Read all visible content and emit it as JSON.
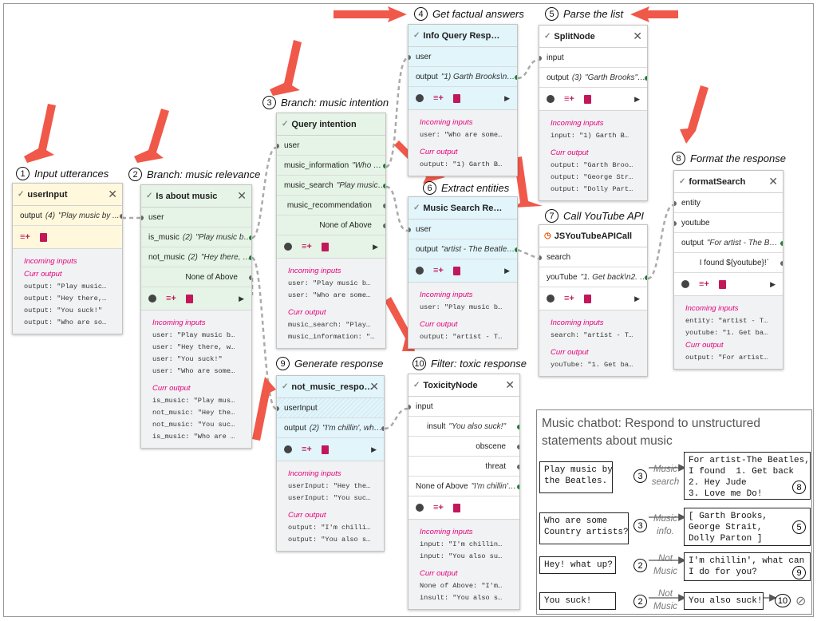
{
  "labels": {
    "l1": "Input utterances",
    "l2": "Branch: music relevance",
    "l3": "Branch: music intention",
    "l4": "Get factual answers",
    "l5": "Parse the list",
    "l6": "Extract entities",
    "l7": "Call YouTube API",
    "l8": "Format the response",
    "l9": "Generate response",
    "l10": "Filter: toxic response"
  },
  "nums": {
    "n1": "1",
    "n2": "2",
    "n3": "3",
    "n4": "4",
    "n5": "5",
    "n6": "6",
    "n7": "7",
    "n8": "8",
    "n9": "9",
    "n10": "10"
  },
  "common": {
    "close": "✕",
    "check": "✓",
    "incoming": "Incoming inputs",
    "curr": "Curr output"
  },
  "userInput": {
    "title": "userInput",
    "out_name": "output",
    "out_count": "(4)",
    "out_val": "\"Play music by ...",
    "curr": [
      "output: \"Play music…",
      "output: \"Hey there,…",
      "output: \"You suck!\"",
      "output: \"Who are so…"
    ]
  },
  "isMusic": {
    "title": "Is about music",
    "in": "user",
    "o1": "is_music",
    "o1c": "(2)",
    "o1v": "\"Play music b…",
    "o2": "not_music",
    "o2c": "(2)",
    "o2v": "\"Hey there, …",
    "o3": "None of Above",
    "inc": [
      "user: \"Play music b…",
      "user: \"Hey there, w…",
      "user: \"You suck!\"",
      "user: \"Who are some…"
    ],
    "curr": [
      "is_music: \"Play mus…",
      "not_music: \"Hey the…",
      "not_music: \"You suc…",
      "is_music: \"Who are …"
    ]
  },
  "queryIntention": {
    "title": "Query intention",
    "in": "user",
    "o1": "music_information",
    "o1v": "\"Who …",
    "o2": "music_search",
    "o2v": "\"Play music…",
    "o3": "music_recommendation",
    "o4": "None of Above",
    "inc": [
      "user: \"Play music b…",
      "user: \"Who are some…"
    ],
    "curr": [
      "music_search: \"Play…",
      "music_information: \"…"
    ]
  },
  "infoQuery": {
    "title": "Info Query Resp…",
    "in": "user",
    "out": "output",
    "outv": "\"1) Garth Brooks\\n…",
    "inc": [
      "user: \"Who are some…"
    ],
    "curr": [
      "output: \"1) Garth B…"
    ]
  },
  "splitNode": {
    "title": "SplitNode",
    "in": "input",
    "out": "output",
    "outc": "(3)",
    "outv": "\"Garth Brooks\"…",
    "inc": [
      "input: \"1) Garth B…"
    ],
    "curr": [
      "output: \"Garth Broo…",
      "output: \"George Str…",
      "output: \"Dolly Part…"
    ]
  },
  "musicSearch": {
    "title": "Music Search Re…",
    "in": "user",
    "out": "output",
    "outv": "\"artist - The Beatle…",
    "inc": [
      "user: \"Play music b…"
    ],
    "curr": [
      "output: \"artist - T…"
    ]
  },
  "youtube": {
    "title": "JSYouTubeAPICall",
    "in": "search",
    "out": "youTube",
    "outv": "\"1. Get back\\n2. …",
    "inc": [
      "search: \"artist - T…"
    ],
    "curr": [
      "youTube: \"1. Get ba…"
    ]
  },
  "formatSearch": {
    "title": "formatSearch",
    "in1": "entity",
    "in2": "youtube",
    "out": "output",
    "outv": "\"For artist - The B…",
    "o2": "I found ${youtube}!`",
    "inc": [
      "entity: \"artist - T…",
      "youtube: \"1. Get ba…"
    ],
    "curr": [
      "output: \"For artist…"
    ]
  },
  "notMusic": {
    "title": "not_music_respo…",
    "in": "userInput",
    "out": "output",
    "outc": "(2)",
    "outv": "\"I'm chillin', wh…",
    "inc": [
      "userInput: \"Hey the…",
      "userInput: \"You suc…"
    ],
    "curr": [
      "output: \"I'm chilli…",
      "output: \"You also s…"
    ]
  },
  "toxicity": {
    "title": "ToxicityNode",
    "in": "input",
    "o1": "insult",
    "o1v": "\"You also suck!\"",
    "o2": "obscene",
    "o3": "threat",
    "o4": "None of Above",
    "o4v": "\"I'm chillin'…",
    "inc": [
      "input: \"I'm chillin…",
      "input: \"You also su…"
    ],
    "curr": [
      "None of Above: \"I'm…",
      "insult: \"You also s…"
    ]
  },
  "panel": {
    "title": "Music chatbot: Respond to unstructured statements about music",
    "rows": [
      {
        "in": "Play music by\nthe Beatles.",
        "n": "3",
        "route": "Music\nsearch",
        "out": "For artist-The Beatles,\nI found  1. Get back\n2. Hey Jude\n3. Love me Do!",
        "end": "8"
      },
      {
        "in": "Who are some\nCountry artists?",
        "n": "3",
        "route": "Music\ninfo.",
        "out": "[ Garth Brooks,\nGeorge Strait,\nDolly Parton ]",
        "end": "5"
      },
      {
        "in": "Hey! what up?",
        "n": "2",
        "route": "Not\nMusic",
        "out": "I'm chillin', what can\nI do for you?",
        "end": "9"
      },
      {
        "in": "You suck!",
        "n": "2",
        "route": "Not\nMusic",
        "out": "You also suck!",
        "end": "10"
      }
    ]
  },
  "colors": {
    "arrow": "#f0584a",
    "yellow": "#fff8dc",
    "green": "#e5f4e6",
    "blue": "#e1f5fb",
    "wire": "#aaaaaa",
    "accent": "#e4007c"
  }
}
